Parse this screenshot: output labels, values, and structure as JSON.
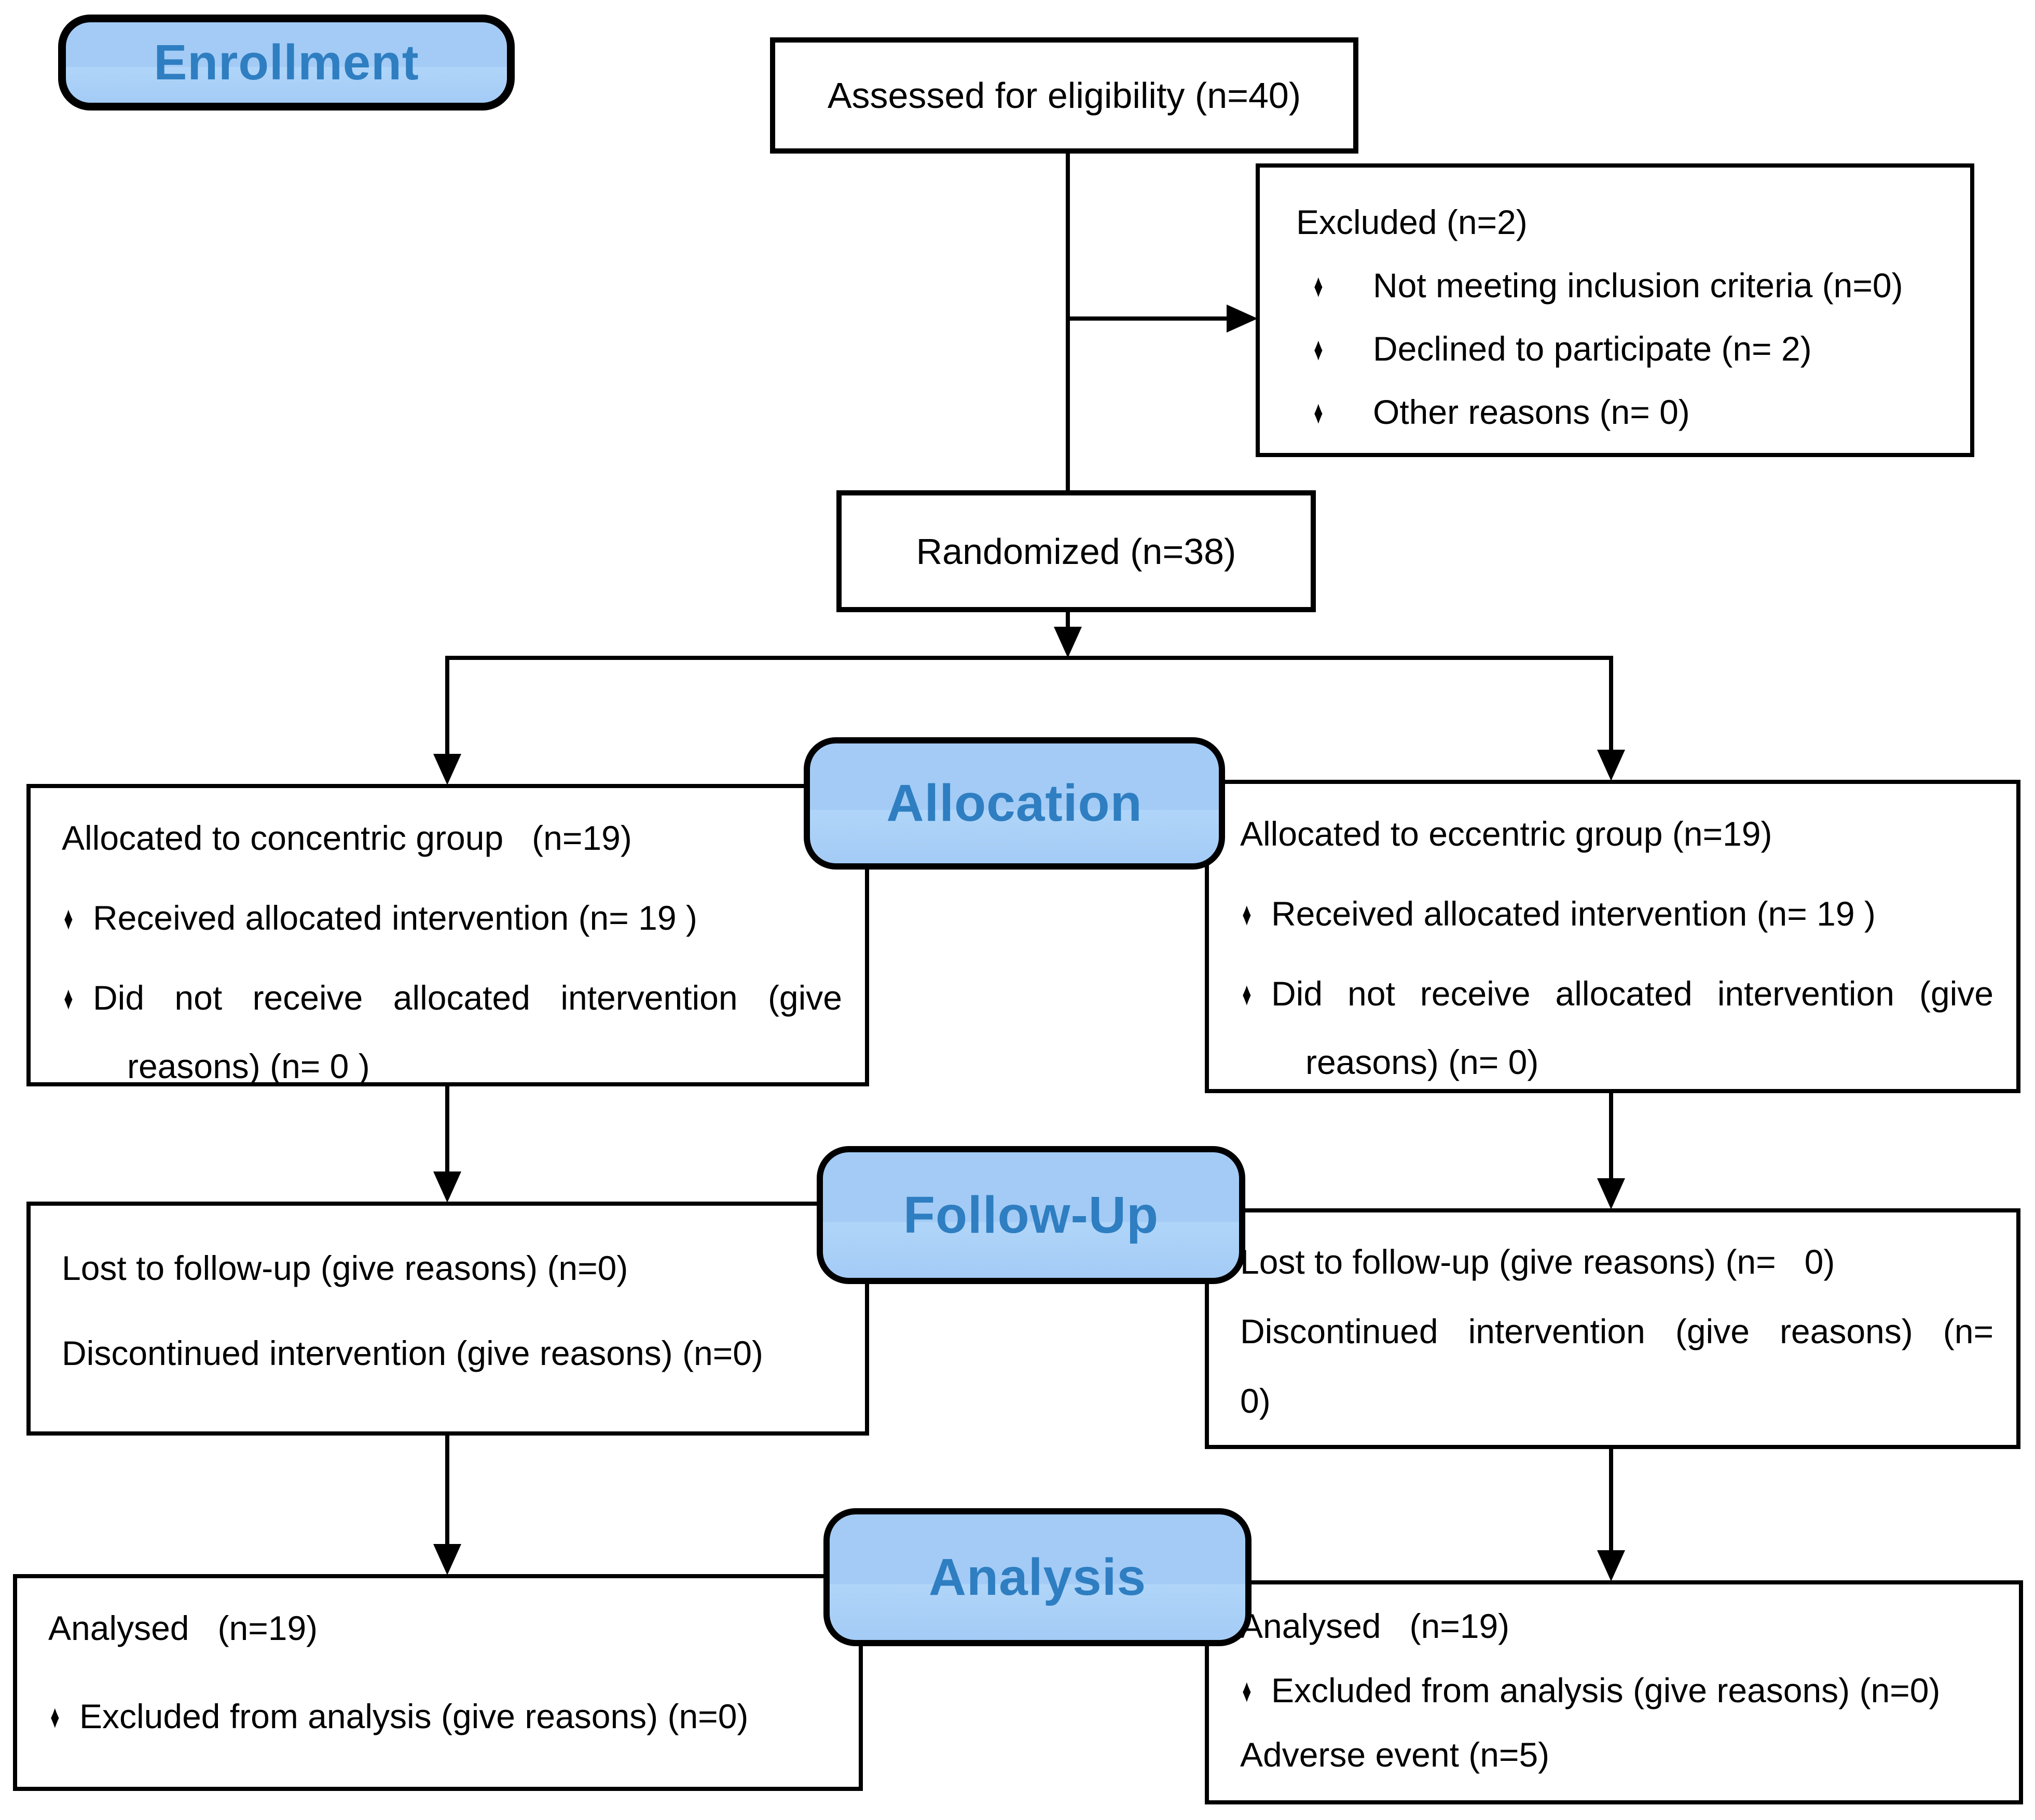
{
  "colors": {
    "accent_fill": "#A3CBF5",
    "accent_fill_light": "#B0D5F9",
    "accent_text": "#2E7EC1",
    "line": "#000000"
  },
  "bullet_glyph": "♦",
  "stages": {
    "enrollment": "Enrollment",
    "allocation": "Allocation",
    "followup": "Follow-Up",
    "analysis": "Analysis"
  },
  "boxes": {
    "assessed": {
      "text": "Assessed for eligibility (n=40)"
    },
    "excluded": {
      "title": "Excluded (n=2)",
      "bullets": [
        "Not meeting inclusion criteria (n=0)",
        "Declined to participate (n= 2)",
        "Other reasons (n= 0)"
      ]
    },
    "randomized": {
      "text": "Randomized (n=38)"
    },
    "alloc_left": {
      "title": "Allocated to concentric group   (n=19)",
      "bullet1": "Received allocated intervention (n= 19 )",
      "bullet2_line1": "Did not receive allocated intervention (give",
      "bullet2_line2": "reasons) (n= 0 )"
    },
    "alloc_right": {
      "title": "Allocated to eccentric group (n=19)",
      "bullet1": "Received allocated intervention (n= 19 )",
      "bullet2_line1": "Did not receive allocated intervention (give",
      "bullet2_line2": "reasons) (n= 0)"
    },
    "followup_left": {
      "line1": "Lost to follow-up (give reasons) (n=0)",
      "line2": "Discontinued intervention (give reasons) (n=0)"
    },
    "followup_right": {
      "line1": "Lost to follow-up (give reasons) (n=   0)",
      "line2": "Discontinued intervention (give reasons) (n=",
      "line3": "0)"
    },
    "analysis_left": {
      "title": "Analysed   (n=19)",
      "bullet1": "Excluded from analysis (give reasons) (n=0)"
    },
    "analysis_right": {
      "title": "Analysed   (n=19)",
      "bullet1": "Excluded from analysis (give reasons) (n=0)",
      "line3": "Adverse event (n=5)"
    }
  }
}
